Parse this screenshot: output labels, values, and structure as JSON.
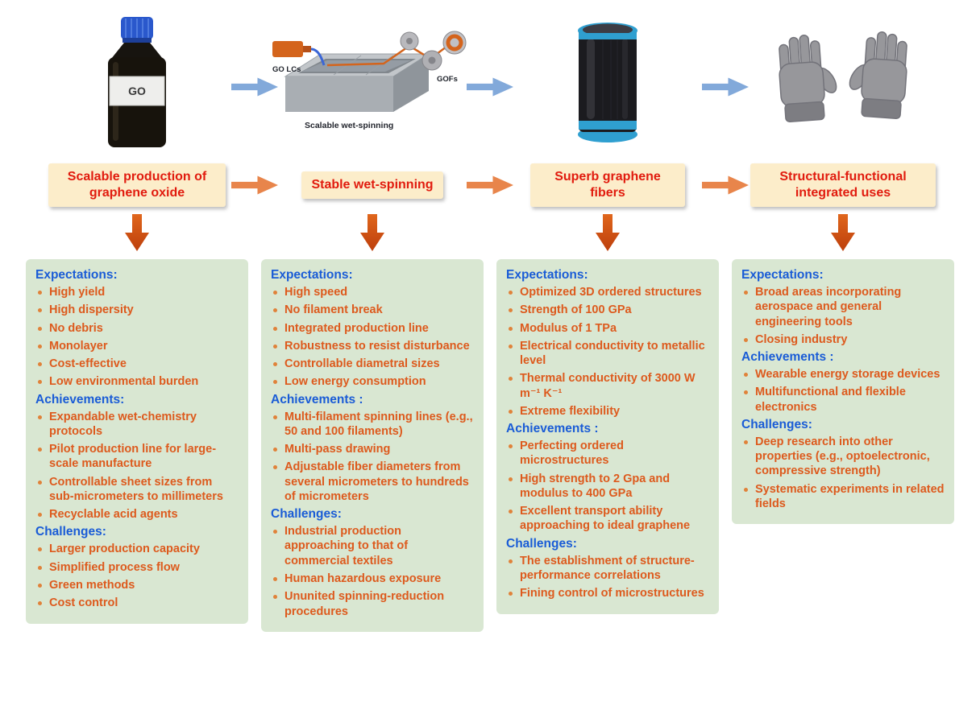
{
  "columns": [
    {
      "id": "go",
      "header": "Scalable production of graphene oxide",
      "sections": [
        {
          "title": "Expectations:",
          "items": [
            "High yield",
            "High dispersity",
            "No debris",
            "Monolayer",
            "Cost-effective",
            "Low environmental burden"
          ]
        },
        {
          "title": "Achievements:",
          "items": [
            "Expandable wet-chemistry protocols",
            "Pilot production line for large-scale manufacture",
            "Controllable sheet sizes from sub-micrometers to millimeters",
            "Recyclable acid agents"
          ]
        },
        {
          "title": "Challenges:",
          "items": [
            "Larger production capacity",
            "Simplified process flow",
            "Green methods",
            "Cost control"
          ]
        }
      ]
    },
    {
      "id": "wet-spinning",
      "header": "Stable wet-spinning",
      "sections": [
        {
          "title": "Expectations:",
          "items": [
            "High speed",
            "No filament break",
            "Integrated production line",
            "Robustness to resist disturbance",
            "Controllable diametral sizes",
            "Low energy consumption"
          ]
        },
        {
          "title": "Achievements :",
          "items": [
            "Multi-filament spinning lines (e.g., 50 and 100 filaments)",
            "Multi-pass drawing",
            "Adjustable fiber diameters from several micrometers to hundreds of micrometers"
          ]
        },
        {
          "title": "Challenges:",
          "items": [
            "Industrial production approaching to that of commercial textiles",
            "Human hazardous exposure",
            "Ununited spinning-reduction procedures"
          ]
        }
      ]
    },
    {
      "id": "graphene-fibers",
      "header": "Superb graphene fibers",
      "sections": [
        {
          "title": "Expectations:",
          "items": [
            "Optimized 3D ordered structures",
            "Strength of 100 GPa",
            "Modulus of 1 TPa",
            "Electrical conductivity to metallic level",
            "Thermal conductivity of 3000 W m⁻¹ K⁻¹",
            "Extreme flexibility"
          ]
        },
        {
          "title": "Achievements :",
          "items": [
            "Perfecting ordered microstructures",
            "High strength to 2 Gpa and modulus to 400 GPa",
            "Excellent transport ability approaching to ideal graphene"
          ]
        },
        {
          "title": "Challenges:",
          "items": [
            "The establishment of structure-performance correlations",
            "Fining control of microstructures"
          ]
        }
      ]
    },
    {
      "id": "integrated-uses",
      "header": "Structural-functional integrated uses",
      "sections": [
        {
          "title": "Expectations:",
          "items": [
            "Broad areas incorporating aerospace and general engineering tools",
            "Closing industry"
          ]
        },
        {
          "title": "Achievements :",
          "items": [
            "Wearable energy storage devices",
            "Multifunctional and flexible electronics"
          ]
        },
        {
          "title": "Challenges:",
          "items": [
            "Deep research into other properties (e.g., optoelectronic, compressive strength)",
            "Systematic experiments in related fields"
          ]
        }
      ]
    }
  ],
  "images": {
    "bottle_label": "GO",
    "apparatus_go_lcs": "GO LCs",
    "apparatus_gofs": "GOFs",
    "apparatus_caption": "Scalable wet-spinning"
  },
  "icons": {
    "image_flow_arrow": "right-arrow",
    "stage_flow_arrow": "right-arrow",
    "down_arrow": "down-arrow"
  },
  "colors": {
    "stage_header_bg": "#fcedca",
    "stage_header_text": "#e11b0e",
    "details_bg": "#d9e7d2",
    "section_title_text": "#1a5cd6",
    "item_text": "#dd5a1d",
    "image_arrow": "#82a9da",
    "stage_arrow": "#e8854b",
    "down_arrow": "#c8490f"
  }
}
